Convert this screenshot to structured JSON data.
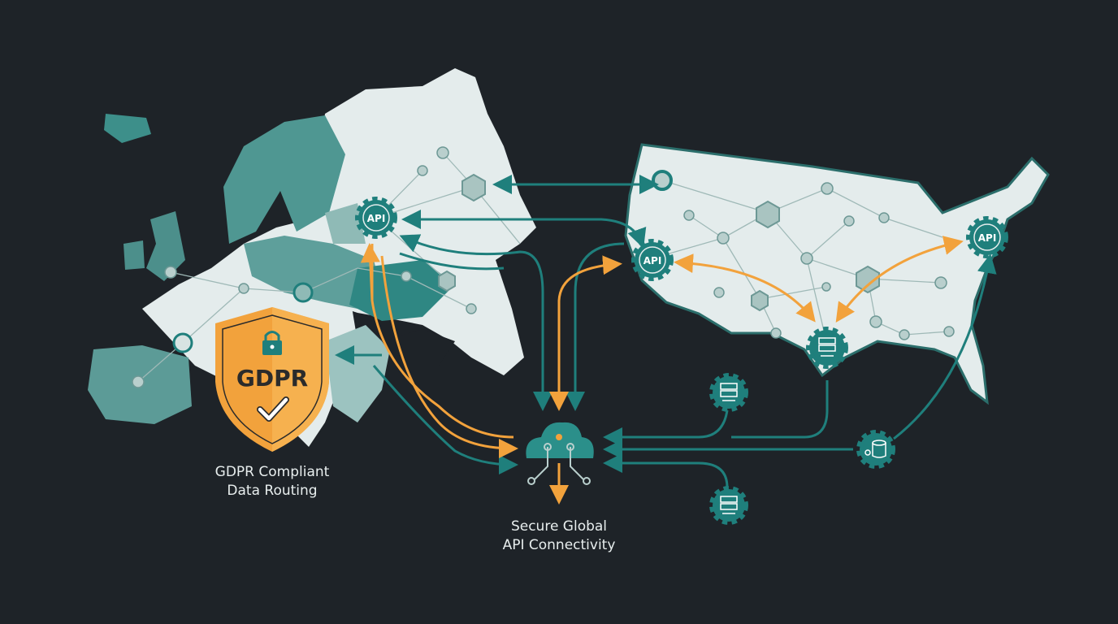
{
  "colors": {
    "background": "#1e2328",
    "map_light": "#e4ecec",
    "teal": "#1f7f7c",
    "teal_dark": "#17605e",
    "orange": "#f2a23c",
    "node": "#b9cfcd"
  },
  "shield": {
    "title": "GDPR",
    "icon": "lock-icon",
    "check_icon": "checkmark-icon"
  },
  "gdpr_caption": {
    "line1": "GDPR Compliant",
    "line2": "Data Routing"
  },
  "cloud_caption": {
    "line1": "Secure Global",
    "line2": "API Connectivity"
  },
  "api_gears": [
    {
      "label": "API"
    },
    {
      "label": "API"
    },
    {
      "label": "API"
    }
  ],
  "icons": {
    "cloud": "cloud-network-icon",
    "server": "server-gear-icon",
    "database": "database-gear-icon"
  }
}
